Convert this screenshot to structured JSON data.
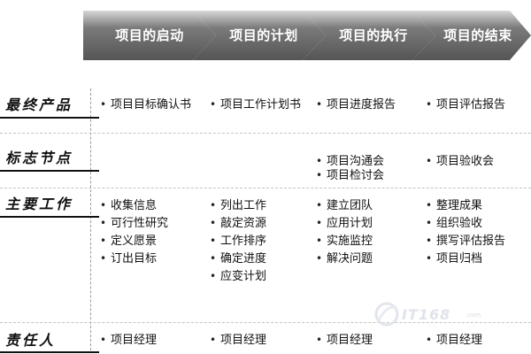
{
  "phases": [
    {
      "label": "项目的启动"
    },
    {
      "label": "项目的计划"
    },
    {
      "label": "项目的执行"
    },
    {
      "label": "项目的结束"
    }
  ],
  "rows": [
    {
      "label": "最终产品",
      "cells": [
        [
          "项目目标确认书"
        ],
        [
          "项目工作计划书"
        ],
        [
          "项目进度报告"
        ],
        [
          "项目评估报告"
        ]
      ]
    },
    {
      "label": "标志节点",
      "cells": [
        [],
        [],
        [
          "项目沟通会",
          "项目检讨会"
        ],
        [
          "项目验收会"
        ]
      ]
    },
    {
      "label": "主要工作",
      "cells": [
        [
          "收集信息",
          "可行性研究",
          "定义愿景",
          "订出目标"
        ],
        [
          "列出工作",
          "敲定资源",
          "工作排序",
          "确定进度",
          "应变计划"
        ],
        [
          "建立团队",
          "应用计划",
          "实施监控",
          "解决问题"
        ],
        [
          "整理成果",
          "组织验收",
          "撰写评估报告",
          "项目归档"
        ]
      ]
    },
    {
      "label": "责任人",
      "cells": [
        [
          "项目经理"
        ],
        [
          "项目经理"
        ],
        [
          "项目经理"
        ],
        [
          "项目经理"
        ]
      ]
    }
  ],
  "watermark": {
    "text": "IT168",
    "suffix": ".com"
  },
  "colors": {
    "chevron_dark": "#5a5a5a",
    "chevron_light": "#d8d8d8",
    "chevron_text": "#ffffff"
  }
}
